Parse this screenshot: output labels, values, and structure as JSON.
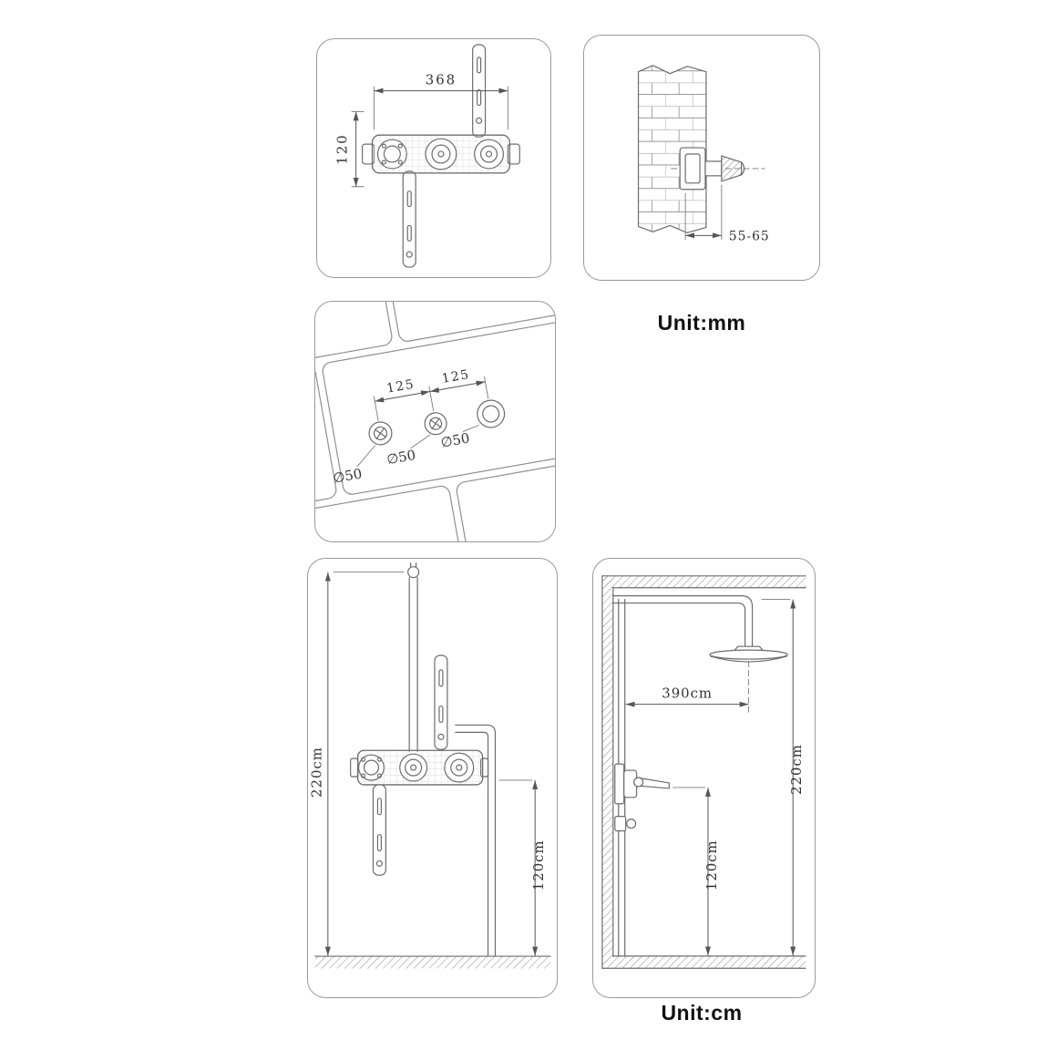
{
  "unit_labels": {
    "mm": "Unit:mm",
    "cm": "Unit:cm"
  },
  "valve_front": {
    "width": "368",
    "height": "120"
  },
  "wall_section": {
    "depth_range": "55-65"
  },
  "wall_holes": {
    "spacing_left": "125",
    "spacing_right": "125",
    "dia1": "∅50",
    "dia2": "∅50",
    "dia3": "∅50"
  },
  "front_view": {
    "total_height": "220cm",
    "valve_height": "120cm"
  },
  "side_view": {
    "head_offset": "390cm",
    "total_height": "220cm",
    "valve_height": "120cm"
  },
  "colors": {
    "line": "#6b6b6b",
    "panel_border": "#9a9a9a",
    "text": "#333333"
  }
}
